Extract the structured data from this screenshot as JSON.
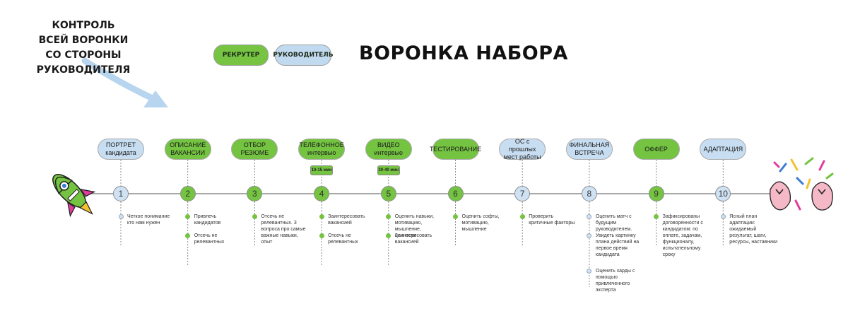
{
  "header": {
    "control_lines": [
      "КОНТРОЛЬ",
      "ВСЕЙ ВОРОНКИ",
      "СО СТОРОНЫ РУКОВОДИТЕЛЯ"
    ],
    "legend": {
      "recruiter": "РЕКРУТЕР",
      "manager": "РУКОВОДИТЕЛЬ"
    },
    "title": "ВОРОНКА НАБОРА"
  },
  "colors": {
    "green": "#74c341",
    "blue": "#c7ddf1",
    "arrow": "#b8d5ef"
  },
  "stages": [
    {
      "num": "1",
      "owner": "manager",
      "label": "ПОРТРЕТ кандидата",
      "tag": "",
      "notes": [
        {
          "text": "Четкое понимание кто нам нужен",
          "owner": "manager"
        }
      ]
    },
    {
      "num": "2",
      "owner": "recruiter",
      "label": "ОПИСАНИЕ ВАКАНСИИ",
      "tag": "",
      "notes": [
        {
          "text": "Привлечь кандидатов",
          "owner": "recruiter"
        },
        {
          "text": "Отсечь не релевантных",
          "owner": "recruiter"
        }
      ]
    },
    {
      "num": "3",
      "owner": "recruiter",
      "label": "ОТБОР РЕЗЮМЕ",
      "tag": "",
      "notes": [
        {
          "text": "Отсечь не релевантных. 3 вопроса про самые важные навыки, опыт",
          "owner": "recruiter"
        }
      ]
    },
    {
      "num": "4",
      "owner": "recruiter",
      "label": "ТЕЛЕФОННОЕ интервью",
      "tag": "10-15 мин",
      "notes": [
        {
          "text": "Заинтересовать вакансией",
          "owner": "recruiter"
        },
        {
          "text": "Отсечь не релевантных",
          "owner": "recruiter"
        }
      ]
    },
    {
      "num": "5",
      "owner": "recruiter",
      "label": "ВИДЕО интервью",
      "tag": "30-40 мин",
      "notes": [
        {
          "text": "Оценить навыки, мотивацию, мышление, ценности",
          "owner": "recruiter"
        },
        {
          "text": "Заинтересовать вакансией",
          "owner": "recruiter"
        }
      ]
    },
    {
      "num": "6",
      "owner": "recruiter",
      "label": "ТЕСТИРОВАНИЕ",
      "tag": "",
      "notes": [
        {
          "text": "Оценить софты, мотивацию, мышление",
          "owner": "recruiter"
        }
      ]
    },
    {
      "num": "7",
      "owner": "manager",
      "label": "ОС с прошлых мест работы",
      "tag": "",
      "notes": [
        {
          "text": "Проверить критичные факторы",
          "owner": "recruiter"
        }
      ]
    },
    {
      "num": "8",
      "owner": "manager",
      "label": "ФИНАЛЬНАЯ ВСТРЕЧА",
      "tag": "",
      "notes": [
        {
          "text": "Оценить матч с будущим руководителем.",
          "owner": "manager"
        },
        {
          "text": "Увидеть картинку плана действий на первое время кандидата",
          "owner": "manager"
        },
        {
          "text": "Оценить харды с помощью привлеченного эксперта",
          "owner": "manager"
        }
      ]
    },
    {
      "num": "9",
      "owner": "recruiter",
      "label": "ОФФЕР",
      "tag": "",
      "notes": [
        {
          "text": "Зафиксированы договоренности с кандидатом: по оплате, задачам, функционалу, испытательному сроку",
          "owner": "recruiter"
        }
      ]
    },
    {
      "num": "10",
      "owner": "manager",
      "label": "АДАПТАЦИЯ",
      "tag": "",
      "notes": [
        {
          "text": "Ясный план адаптации: ожидаемый результат, шаги, ресурсы, наставники",
          "owner": "manager"
        }
      ]
    }
  ]
}
